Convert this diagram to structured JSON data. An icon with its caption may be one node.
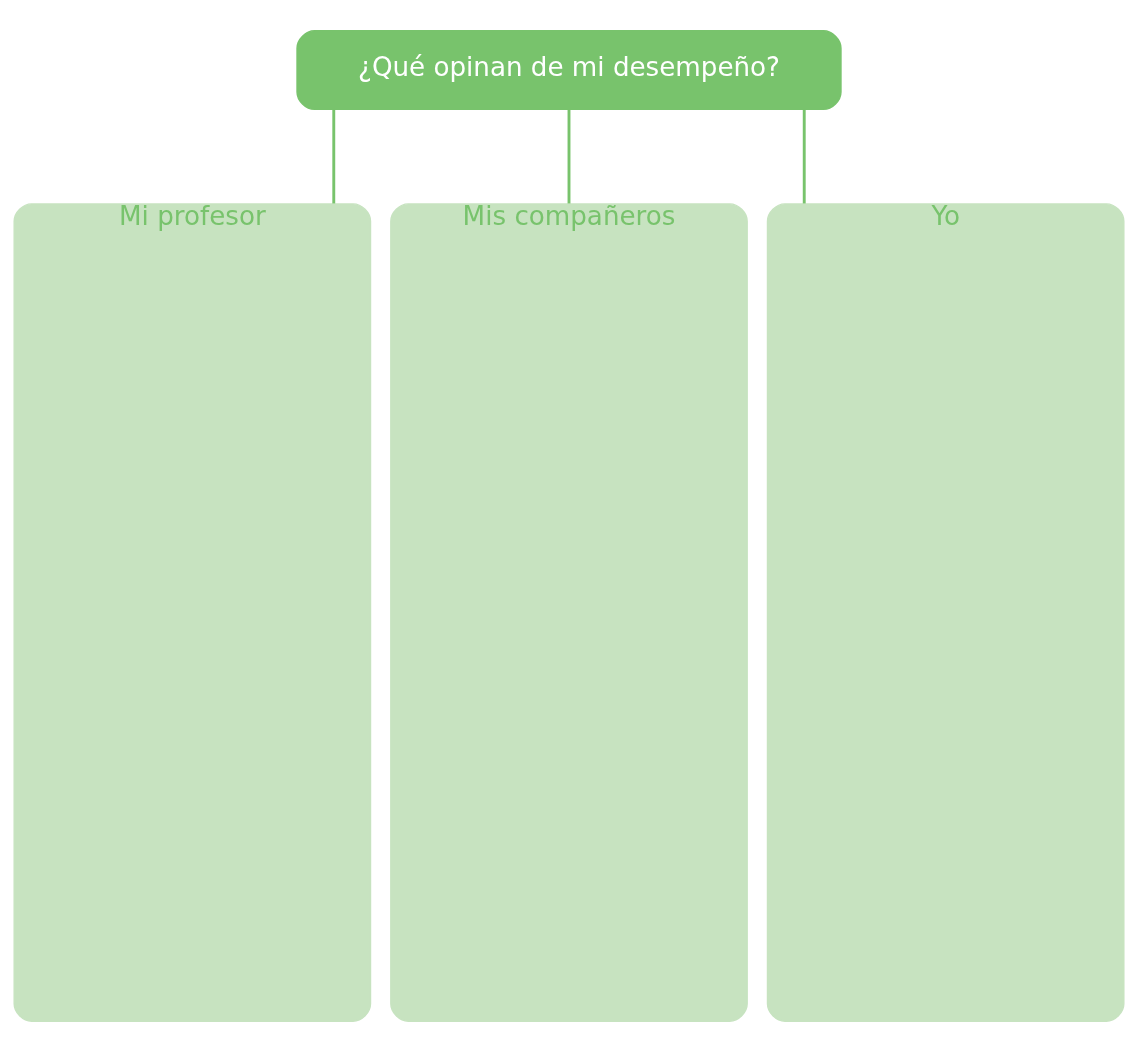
{
  "diagram": {
    "nodes": [
      {
        "text": [
          "¿Qué opinan de mi desempeño?"
        ]
      },
      {
        "text": [
          "Mi profesor"
        ]
      },
      {
        "text": [
          "Mis compañeros"
        ]
      },
      {
        "text": [
          "Yo"
        ]
      }
    ],
    "edges": [
      {
        "from": 0,
        "to": 1,
        "arrow": "none"
      },
      {
        "from": 0,
        "to": 2,
        "arrow": "none"
      },
      {
        "from": 0,
        "to": 3,
        "arrow": "none"
      }
    ]
  }
}
